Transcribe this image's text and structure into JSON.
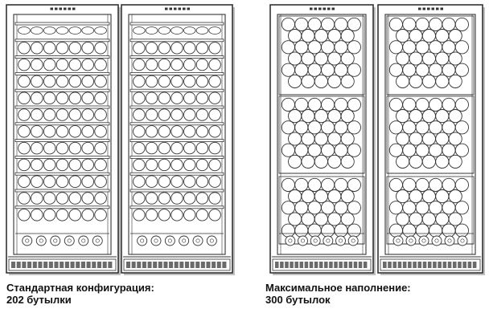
{
  "captions": {
    "standard": {
      "line1": "Стандартная конфигурация:",
      "line2": "202 бутылки"
    },
    "maximum": {
      "line1": "Максимальное наполнение:",
      "line2": "300 бутылок"
    }
  },
  "colors": {
    "line": "#333333",
    "shadow": "#bfbfbf",
    "background": "#ffffff"
  }
}
